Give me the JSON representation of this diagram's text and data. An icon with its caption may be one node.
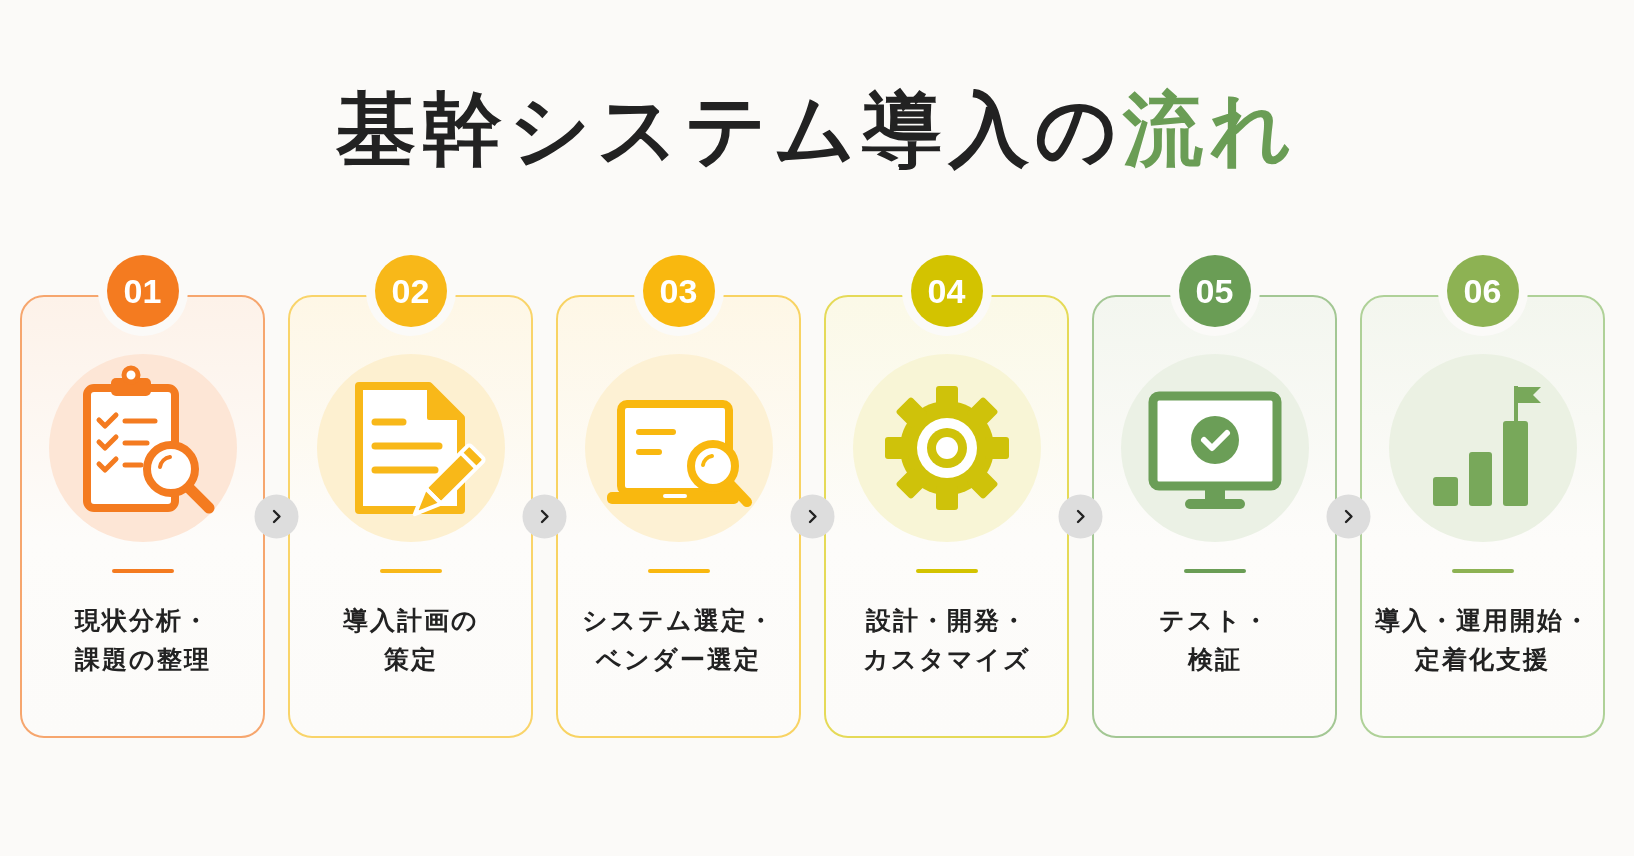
{
  "diagram": {
    "title": "基幹システム導入の**流れ**",
    "nodes": [
      {
        "text": [
          "01",
          "現状分析・課題の整理"
        ]
      },
      {
        "text": [
          "02",
          "導入計画の策定"
        ]
      },
      {
        "text": [
          "03",
          "システム選定・ベンダー選定"
        ]
      },
      {
        "text": [
          "04",
          "設計・開発・カスタマイズ"
        ]
      },
      {
        "text": [
          "05",
          "テスト・検証"
        ]
      },
      {
        "text": [
          "06",
          "導入・運用開始・定着化支援"
        ]
      }
    ],
    "edges": [
      {
        "from": 0,
        "to": 1,
        "arrow": "to"
      },
      {
        "from": 1,
        "to": 2,
        "arrow": "to"
      },
      {
        "from": 2,
        "to": 3,
        "arrow": "to"
      },
      {
        "from": 3,
        "to": 4,
        "arrow": "to"
      },
      {
        "from": 4,
        "to": 5,
        "arrow": "to"
      }
    ]
  }
}
